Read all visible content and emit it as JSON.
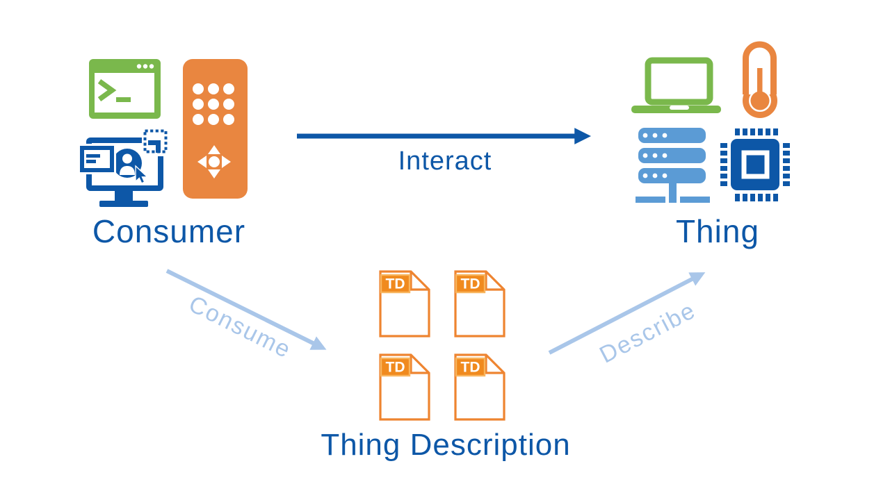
{
  "nodes": {
    "consumer": {
      "label": "Consumer"
    },
    "thing": {
      "label": "Thing"
    },
    "thing_description": {
      "label": "Thing Description",
      "document_badge": "TD",
      "document_count": 4
    }
  },
  "edges": {
    "interact": {
      "label": "Interact"
    },
    "consume": {
      "label": "Consume"
    },
    "describe": {
      "label": "Describe"
    }
  },
  "colors": {
    "primary_blue": "#0d57a7",
    "pale_blue": "#a9c6e9",
    "server_blue": "#5b9bd5",
    "green": "#7ab84c",
    "orange": "#e98640",
    "doc_orange": "#ee8430",
    "badge_fill": "#f08a1e",
    "badge_border": "#f8b55e"
  }
}
